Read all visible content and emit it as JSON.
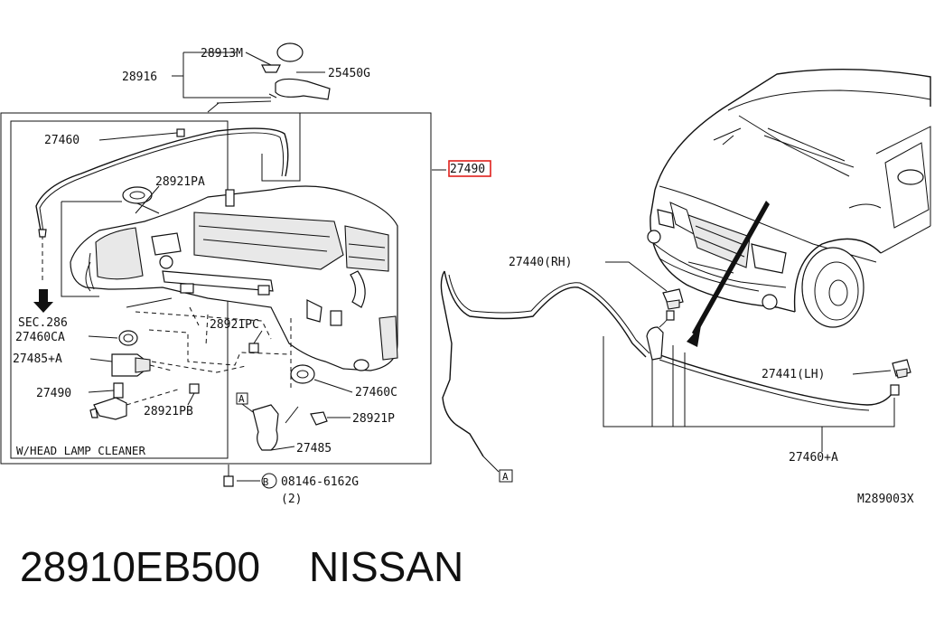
{
  "diagram": {
    "labels": {
      "p28913M": "28913M",
      "p28916": "28916",
      "p25450G": "25450G",
      "p27460": "27460",
      "p27490_box": "27490",
      "p28921PA": "28921PA",
      "sec286": "SEC.286",
      "p27460CA": "27460CA",
      "p27485A": "27485+A",
      "p28921PC": "28921PC",
      "p27490": "27490",
      "p28921PB": "28921PB",
      "p27460C": "27460C",
      "p28921P": "28921P",
      "p27485": "27485",
      "headlamp": "W/HEAD LAMP CLEANER",
      "bolt": "08146-6162G",
      "bolt_circle": "B",
      "bolt_qty": "(2)",
      "ref_a1": "A",
      "ref_a2": "A",
      "p27440RH": "27440(RH)",
      "p27441LH": "27441(LH)",
      "p27460A": "27460+A",
      "drawing_no": "M289003X"
    },
    "highlight_color": "#e0201c"
  },
  "footer": {
    "part_number": "28910EB500",
    "brand": "NISSAN"
  }
}
